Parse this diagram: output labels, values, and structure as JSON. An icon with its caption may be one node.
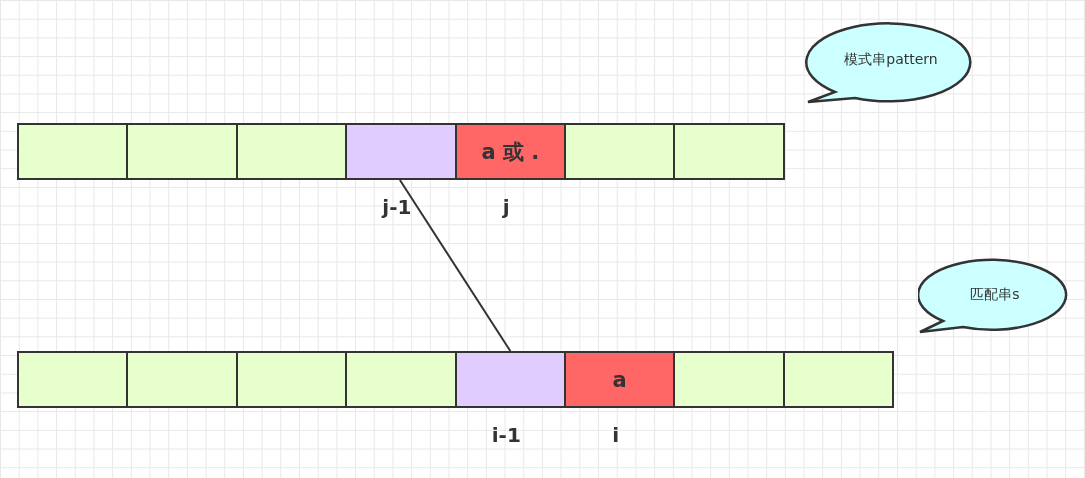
{
  "diagram": {
    "nodes": [
      {
        "text": [
          "模式串pattern"
        ]
      },
      {
        "text": [],
        "shape": "box"
      },
      {
        "text": [],
        "shape": "box"
      },
      {
        "text": [],
        "shape": "box"
      },
      {
        "text": [],
        "shape": "box",
        "beside": [
          "j-1"
        ]
      },
      {
        "text": [
          "a 或 ."
        ],
        "beside": [
          "j"
        ]
      },
      {
        "text": [],
        "shape": "box"
      },
      {
        "text": [],
        "shape": "box"
      },
      {
        "text": [
          "匹配串s"
        ]
      },
      {
        "text": [],
        "shape": "box"
      },
      {
        "text": [],
        "shape": "box"
      },
      {
        "text": [],
        "shape": "box"
      },
      {
        "text": [],
        "shape": "box"
      },
      {
        "text": [],
        "shape": "box",
        "beside": [
          "i-1"
        ]
      },
      {
        "text": [
          "a"
        ],
        "beside": [
          "i"
        ]
      },
      {
        "text": [],
        "shape": "box"
      },
      {
        "text": [],
        "shape": "box"
      }
    ],
    "edges": [
      {
        "from": 4,
        "to": 13,
        "arrow": "none"
      }
    ]
  }
}
